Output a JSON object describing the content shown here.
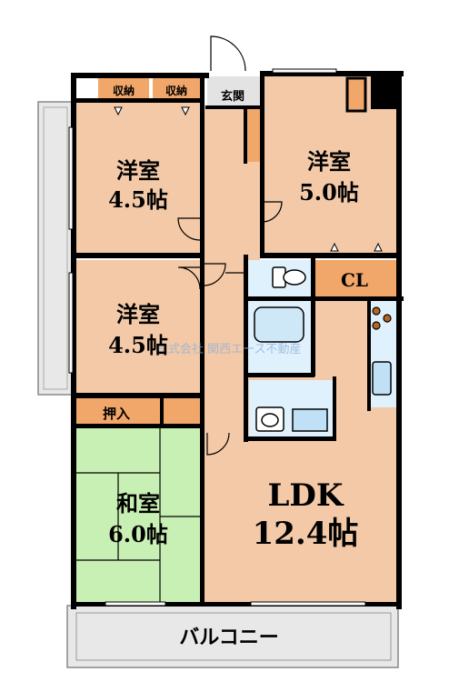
{
  "rooms": {
    "youshitsu_top_left": {
      "name": "洋室",
      "size": "4.5帖"
    },
    "youshitsu_top_right": {
      "name": "洋室",
      "size": "5.0帖"
    },
    "youshitsu_mid_left": {
      "name": "洋室",
      "size": "4.5帖"
    },
    "washitsu": {
      "name": "和室",
      "size": "6.0帖"
    },
    "ldk": {
      "name": "LDK",
      "size": "12.4帖"
    }
  },
  "storage": {
    "shuno_1": "収納",
    "shuno_2": "収納",
    "oshiire": "押入",
    "closet": "CL"
  },
  "entrance": "玄関",
  "balcony": "バルコニー",
  "watermark": "株式会社 関西エース不動産",
  "colors": {
    "wood_floor": "#f3c9a7",
    "tatami": "#c9f0b4",
    "wet_area": "#dff1fc",
    "storage_fill": "#f2a76a",
    "entrance_fill": "#e3e3e3",
    "balcony_fill": "#e8e8e8",
    "wall": "#000000"
  }
}
